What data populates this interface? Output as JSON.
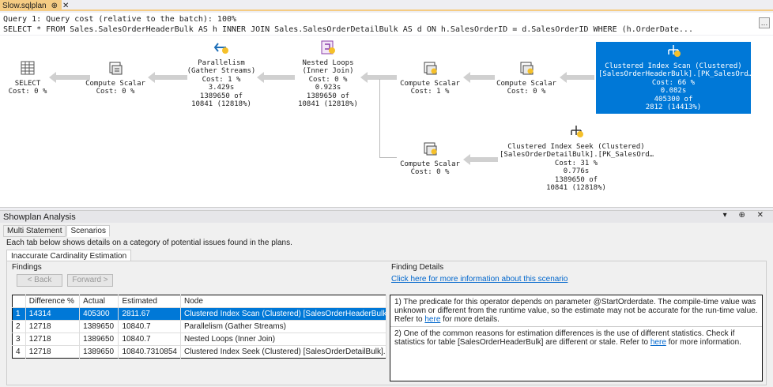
{
  "tab": {
    "title": "Slow.sqlplan",
    "pin": "⊕",
    "close": "✕"
  },
  "query": {
    "line1": "Query 1: Query cost (relative to the batch): 100%",
    "line2": "SELECT * FROM Sales.SalesOrderHeaderBulk AS h INNER JOIN Sales.SalesOrderDetailBulk AS d ON h.SalesOrderID = d.SalesOrderID WHERE (h.OrderDate..."
  },
  "plan": {
    "select": {
      "l1": "SELECT",
      "l2": "Cost: 0 %"
    },
    "cs1": {
      "l1": "Compute Scalar",
      "l2": "Cost: 0 %"
    },
    "parallelism": {
      "l1": "Parallelism",
      "l2": "(Gather Streams)",
      "l3": "Cost: 1 %",
      "l4": "3.429s",
      "l5": "1389650 of",
      "l6": "10841 (12818%)"
    },
    "nested": {
      "l1": "Nested Loops",
      "l2": "(Inner Join)",
      "l3": "Cost: 0 %",
      "l4": "0.923s",
      "l5": "1389650 of",
      "l6": "10841 (12818%)"
    },
    "cs2": {
      "l1": "Compute Scalar",
      "l2": "Cost: 1 %"
    },
    "cs3": {
      "l1": "Compute Scalar",
      "l2": "Cost: 0 %"
    },
    "scan": {
      "l1": "Clustered Index Scan (Clustered)",
      "l2": "[SalesOrderHeaderBulk].[PK_SalesOrd…",
      "l3": "Cost: 66 %",
      "l4": "0.082s",
      "l5": "405300 of",
      "l6": "2812 (14413%)"
    },
    "cs4": {
      "l1": "Compute Scalar",
      "l2": "Cost: 0 %"
    },
    "seek": {
      "l1": "Clustered Index Seek (Clustered)",
      "l2": "[SalesOrderDetailBulk].[PK_SalesOrd…",
      "l3": "Cost: 31 %",
      "l4": "0.776s",
      "l5": "1389650 of",
      "l6": "10841 (12818%)"
    }
  },
  "pane": {
    "title": "Showplan Analysis",
    "controls": "▾ ⊕ ✕",
    "tabs": [
      "Multi Statement",
      "Scenarios"
    ],
    "description": "Each tab below shows details on a category of potential issues found in the plans.",
    "scenario_tab": "Inaccurate Cardinality Estimation",
    "findings_label": "Findings",
    "back": "< Back",
    "forward": "Forward >",
    "details_label": "Finding Details",
    "details_link": "Click here for more information about this scenario",
    "columns": [
      "",
      "Difference %",
      "Actual",
      "Estimated",
      "Node"
    ],
    "rows": [
      [
        "1",
        "14314",
        "405300",
        "2811.67",
        "Clustered Index Scan (Clustered) [SalesOrderHeaderBulk].[PK_SalesOr"
      ],
      [
        "2",
        "12718",
        "1389650",
        "10840.7",
        "Parallelism (Gather Streams)"
      ],
      [
        "3",
        "12718",
        "1389650",
        "10840.7",
        "Nested Loops (Inner Join)"
      ],
      [
        "4",
        "12718",
        "1389650",
        "10840.7310854",
        "Clustered Index Seek (Clustered) [SalesOrderDetailBulk].[PK_SalesOr"
      ]
    ],
    "finding1": "1) The predicate for this operator depends on parameter @StartOrderdate. The compile-time value was unknown or different from the runtime value, so the estimate may not be accurate for the run-time value. Refer to",
    "finding1_link": "here",
    "finding1_tail": "for more details.",
    "finding2": "2) One of the common reasons for estimation differences is the use of different statistics. Check if statistics for table [SalesOrderHeaderBulk] are different or stale. Refer to",
    "finding2_link": "here",
    "finding2_tail": "for more information."
  }
}
